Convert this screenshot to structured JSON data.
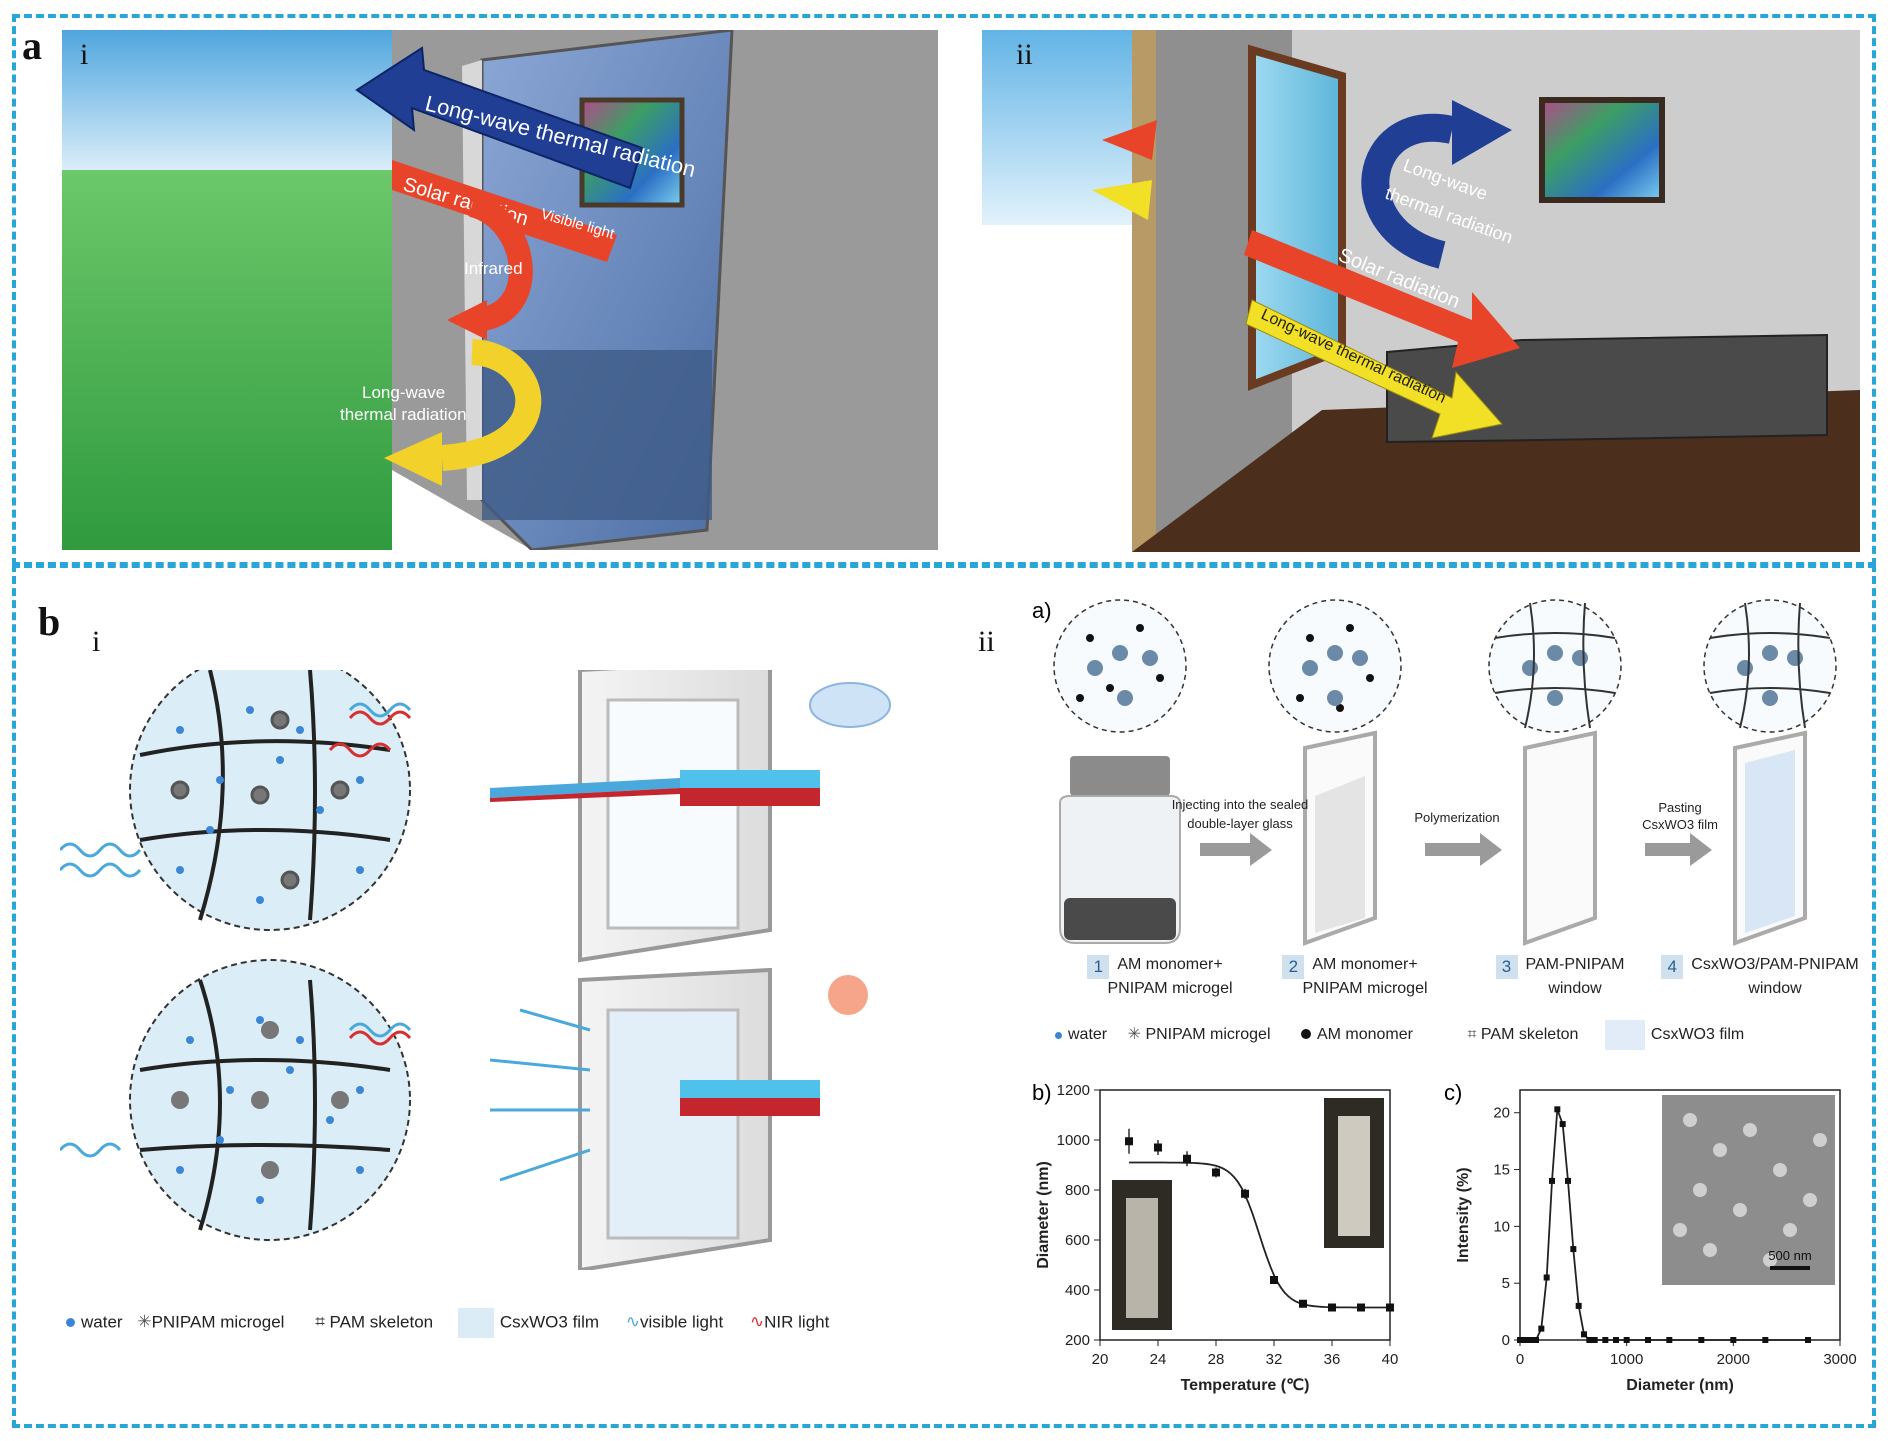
{
  "panel_a": {
    "letter": "a",
    "left": {
      "roman": "i",
      "labels": {
        "longwave": "Long-wave thermal radiation",
        "solar": "Solar radiation",
        "visible": "Visible light",
        "infrared": "Infrared",
        "longwave2_l1": "Long-wave",
        "longwave2_l2": "thermal radiation"
      }
    },
    "right": {
      "roman": "ii",
      "labels": {
        "longwave_l1": "Long-wave",
        "longwave_l2": "thermal radiation",
        "solar": "Solar radiation",
        "longwave_full": "Long-wave thermal radiation"
      }
    }
  },
  "panel_b": {
    "letter": "b",
    "left": {
      "roman": "i",
      "legend": [
        "water",
        "PNIPAM microgel",
        "PAM skeleton",
        "CsxWO3 film",
        "visible light",
        "NIR light"
      ]
    },
    "right": {
      "roman": "ii",
      "sub_a": "a)",
      "arrow_labels": {
        "inject_l1": "Injecting into the sealed",
        "inject_l2": "double-layer glass",
        "poly": "Polymerization",
        "paste_l1": "Pasting",
        "paste_l2": "CsxWO3 film"
      },
      "steps": [
        {
          "n": "1",
          "l1": "AM monomer+",
          "l2": "PNIPAM microgel"
        },
        {
          "n": "2",
          "l1": "AM monomer+",
          "l2": "PNIPAM microgel"
        },
        {
          "n": "3",
          "l1": "PAM-PNIPAM",
          "l2": "window"
        },
        {
          "n": "4",
          "l1": "CsxWO3/PAM-PNIPAM",
          "l2": "window"
        }
      ],
      "legend": [
        "water",
        "PNIPAM microgel",
        "AM monomer",
        "PAM skeleton",
        "CsxWO3 film"
      ],
      "sub_b": "b)",
      "sub_c": "c)",
      "scalebar": "500 nm"
    }
  },
  "chart_data": [
    {
      "type": "scatter",
      "title": "",
      "xlabel": "Temperature (℃)",
      "ylabel": "Diameter (nm)",
      "xlim": [
        20,
        40
      ],
      "ylim": [
        200,
        1200
      ],
      "xticks": [
        20,
        24,
        28,
        32,
        36,
        40
      ],
      "yticks": [
        200,
        400,
        600,
        800,
        1000,
        1200
      ],
      "x": [
        22,
        24,
        26,
        28,
        30,
        32,
        34,
        36,
        38,
        40
      ],
      "y": [
        995,
        970,
        925,
        870,
        785,
        440,
        345,
        330,
        330,
        330
      ],
      "error": [
        50,
        30,
        30,
        20,
        20,
        10,
        15,
        10,
        10,
        10
      ],
      "fit": "sigmoid"
    },
    {
      "type": "line",
      "title": "",
      "xlabel": "Diameter (nm)",
      "ylabel": "Intensity (%)",
      "xlim": [
        0,
        3000
      ],
      "ylim": [
        0,
        22
      ],
      "xticks": [
        0,
        1000,
        2000,
        3000
      ],
      "yticks": [
        0,
        5,
        10,
        15,
        20
      ],
      "x": [
        0,
        50,
        100,
        150,
        200,
        250,
        300,
        350,
        400,
        450,
        500,
        550,
        600,
        650,
        700,
        800,
        900,
        1000,
        1200,
        1400,
        1700,
        2000,
        2300,
        2700
      ],
      "y": [
        0,
        0,
        0,
        0,
        1,
        5.5,
        14,
        20.3,
        19,
        14,
        8,
        3,
        0.5,
        0,
        0,
        0,
        0,
        0,
        0,
        0,
        0,
        0,
        0,
        0
      ]
    }
  ]
}
